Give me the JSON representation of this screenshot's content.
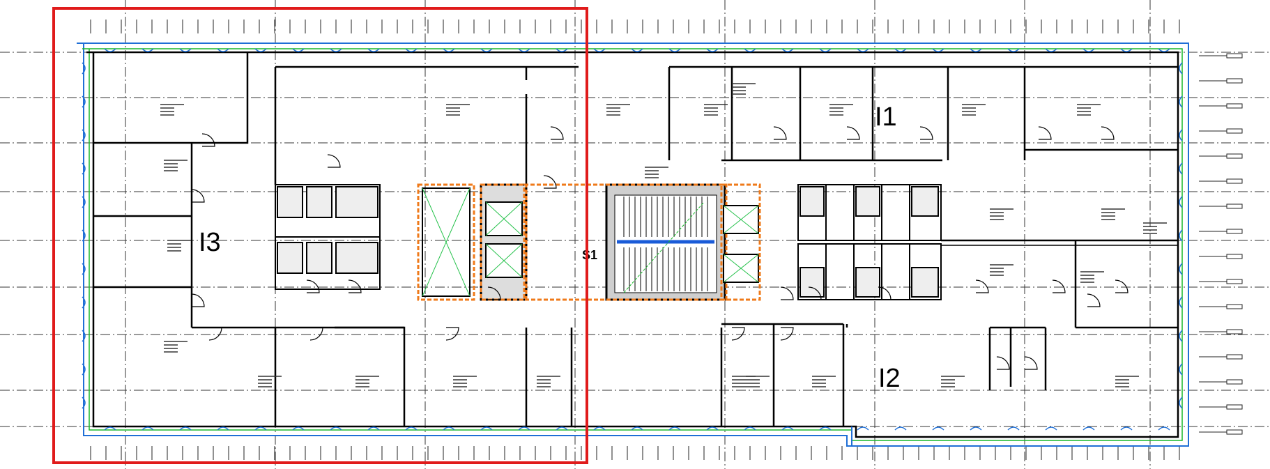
{
  "zones": [
    {
      "id": "zone-i1",
      "label": "I1"
    },
    {
      "id": "zone-i2",
      "label": "I2"
    },
    {
      "id": "zone-i3",
      "label": "I3"
    },
    {
      "id": "zone-s1",
      "label": "S1"
    }
  ],
  "colors": {
    "walls": "#000000",
    "facade_blue": "#1f6fd6",
    "facade_green": "#18b82a",
    "fire_orange": "#ef7a1a",
    "highlight_red": "#e01b1b",
    "grid": "#333333",
    "stair_blue": "#1a5bd8",
    "lift_green": "#27c24c"
  },
  "icons": {
    "door": "door-swing-icon",
    "lift": "elevator-shaft-icon",
    "stair": "staircase-icon"
  }
}
